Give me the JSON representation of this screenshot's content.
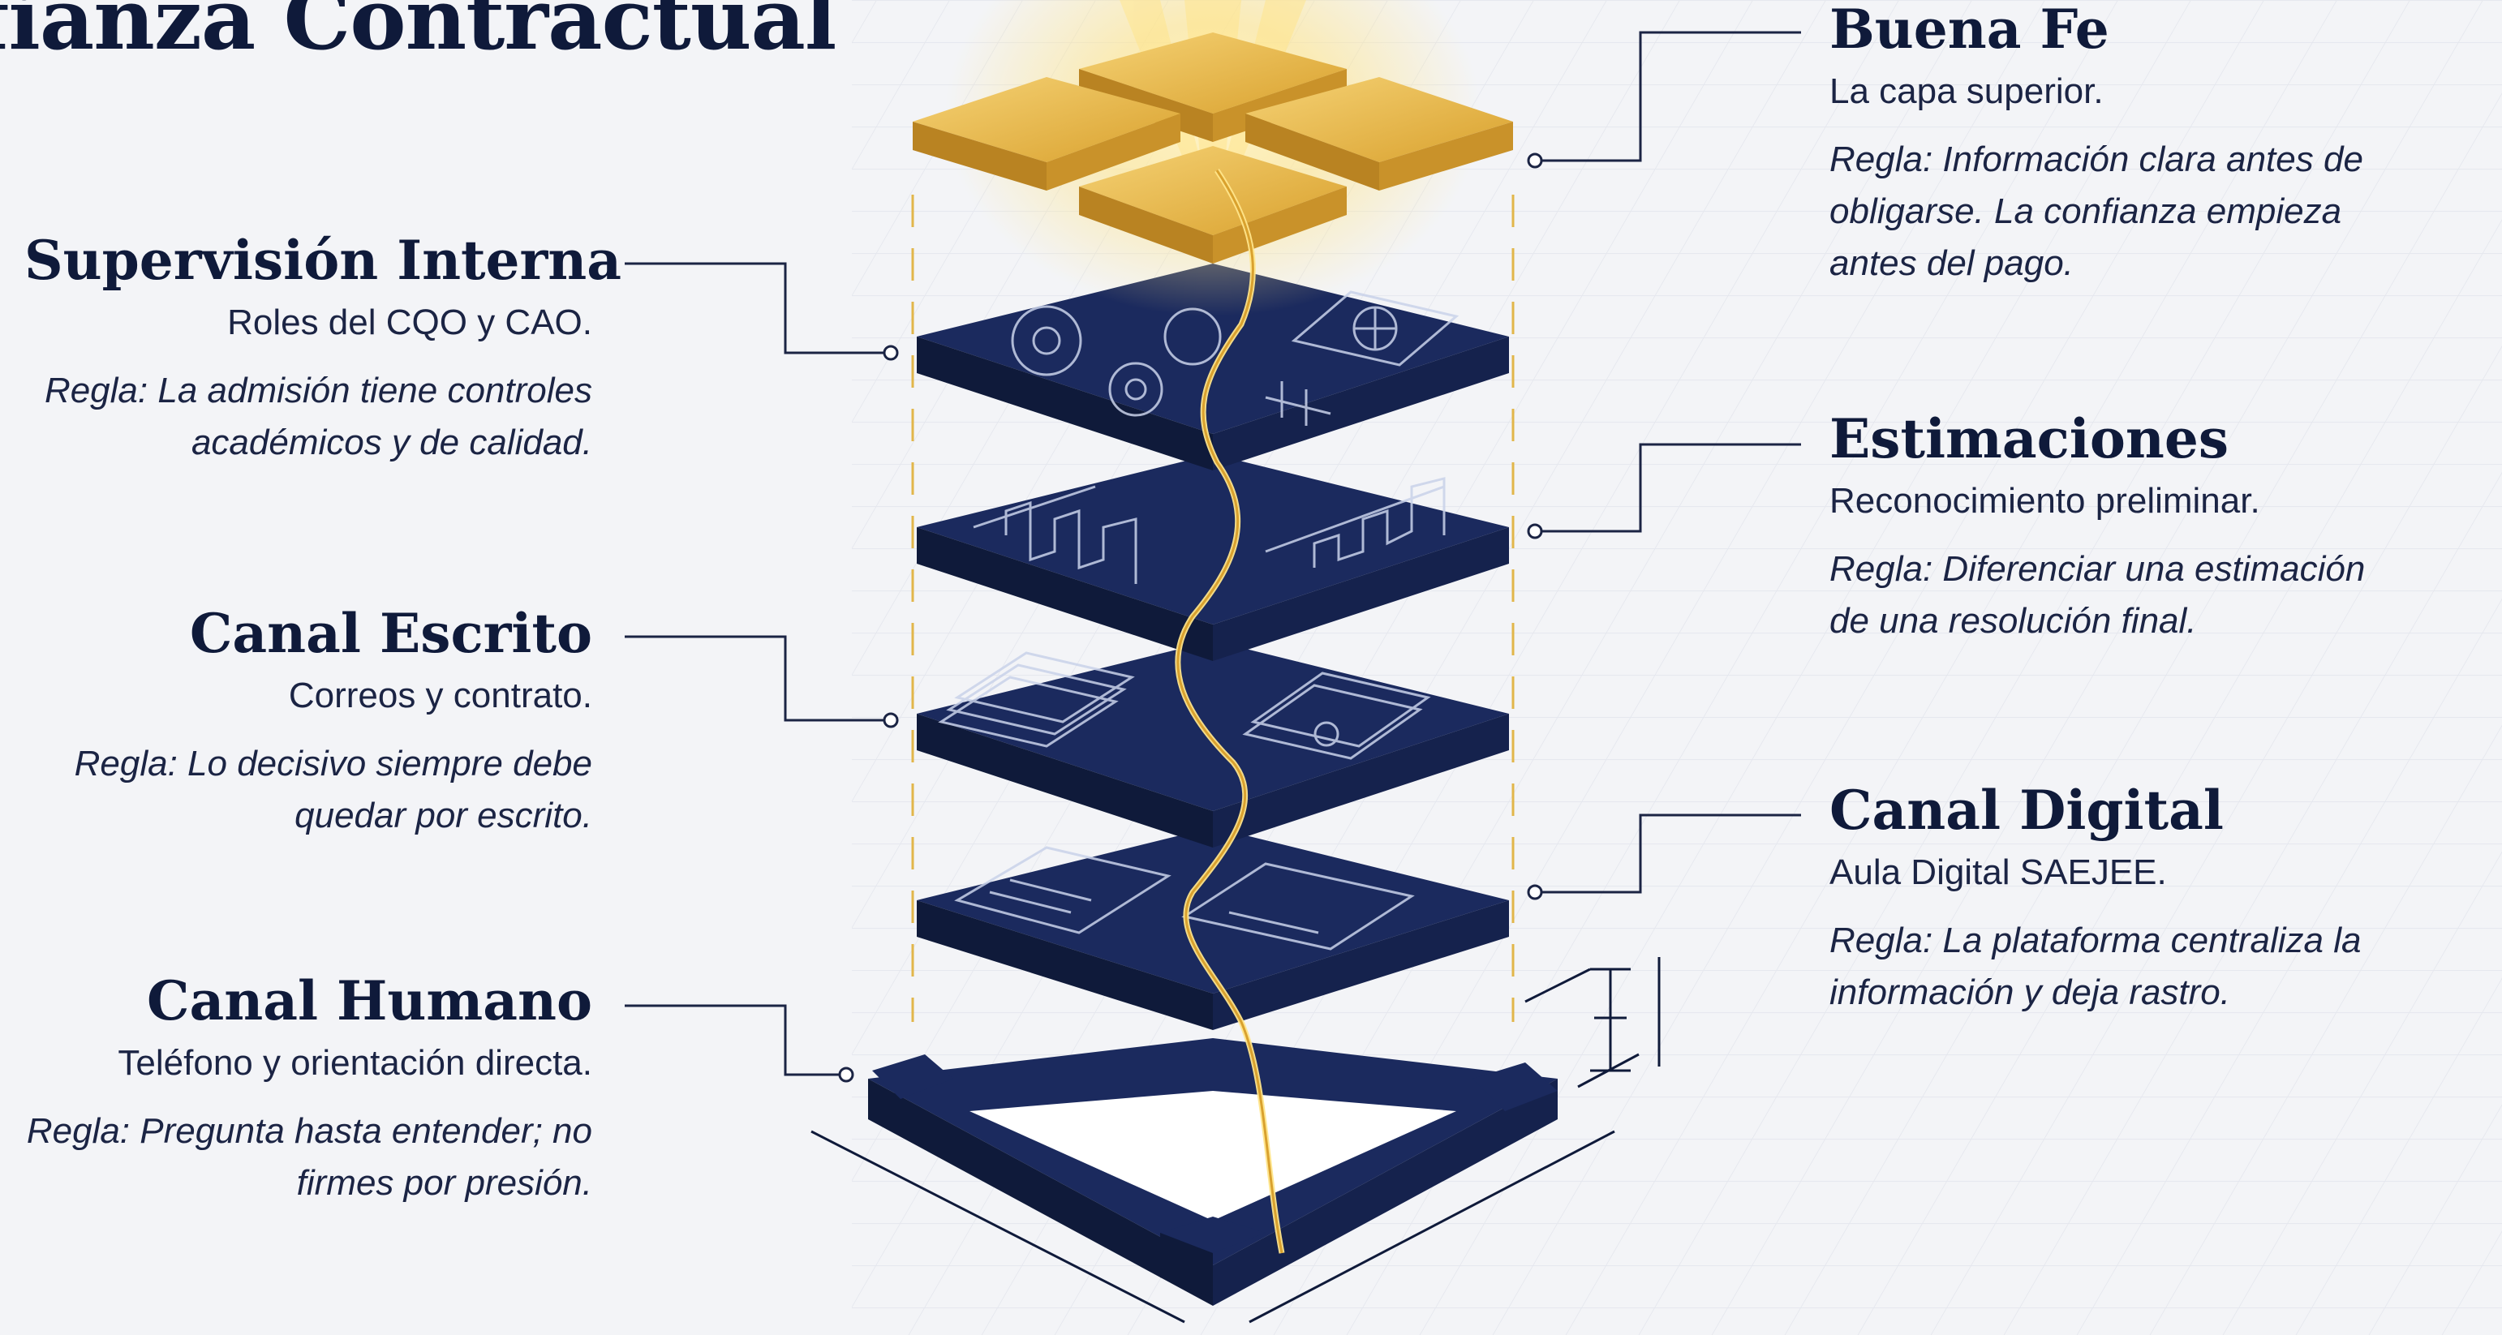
{
  "title": "nfianza Contractual",
  "left": [
    {
      "heading": "Supervisión Interna",
      "subtitle": "Roles del CQO y CAO.",
      "rule": "Regla: La admisión tiene controles académicos y de calidad."
    },
    {
      "heading": "Canal Escrito",
      "subtitle": "Correos y contrato.",
      "rule": "Regla: Lo decisivo siempre debe quedar por escrito."
    },
    {
      "heading": "Canal Humano",
      "subtitle": "Teléfono y orientación directa.",
      "rule": "Regla: Pregunta hasta entender; no firmes por presión."
    }
  ],
  "right": [
    {
      "heading": "Buena Fe",
      "subtitle": "La capa superior.",
      "rule": "Regla: Información clara antes de obligarse. La confianza empieza antes del pago."
    },
    {
      "heading": "Estimaciones",
      "subtitle": "Reconocimiento preliminar.",
      "rule": "Regla: Diferenciar una estimación de una resolución final."
    },
    {
      "heading": "Canal Digital",
      "subtitle": "Aula Digital SAEJEE.",
      "rule": "Regla: La plataforma centraliza la información y deja rastro."
    }
  ],
  "colors": {
    "navy": "#1b2a5e",
    "navy_dark": "#0f1a3a",
    "gold": "#e8b83a",
    "background": "#f3f4f7"
  }
}
